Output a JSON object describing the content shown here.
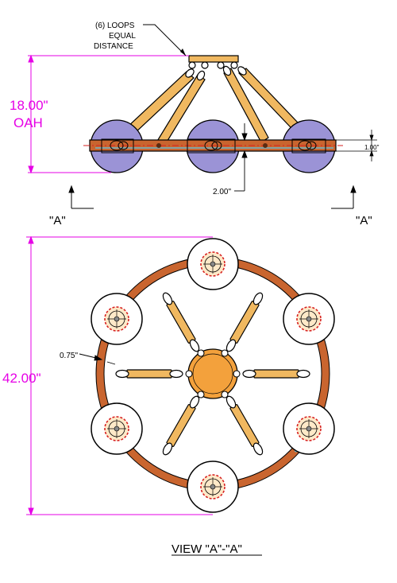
{
  "labels": {
    "loops_line1": "(6) LOOPS",
    "loops_line2": "EQUAL",
    "loops_line3": "DISTANCE",
    "height_value": "18.00\"",
    "height_suffix": "OAH",
    "thickness_value": "1.00\"",
    "offset_value": "2.00\"",
    "section_left": "\"A\"",
    "section_right": "\"A\"",
    "ring_width_value": "0.75\"",
    "diameter_value": "42.00\"",
    "view_title": "VIEW \"A\"-\"A\""
  },
  "colors": {
    "dimension": "#e600e6",
    "shade_fill": "#9b93d6",
    "wood": "#c9652f",
    "arm": "#f0b860",
    "hub": "#f3a13c",
    "accent_red": "#d62020",
    "accent_cyan": "#5fc8e6",
    "line": "#000000"
  }
}
